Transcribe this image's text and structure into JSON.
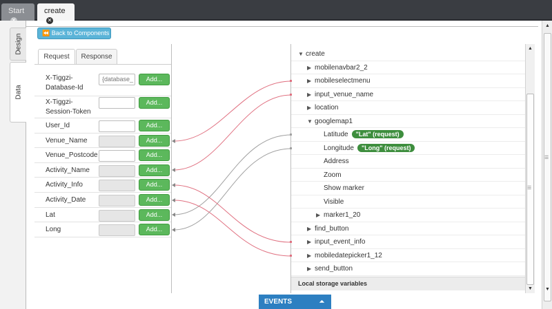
{
  "tabs": [
    {
      "label": "Start"
    },
    {
      "label": "create"
    }
  ],
  "side_tabs": {
    "design": "Design",
    "data": "Data"
  },
  "back_button": "Back to Components",
  "request_tabs": {
    "request": "Request",
    "response": "Response"
  },
  "params": [
    {
      "name": "X-Tiggzi-\nDatabase-Id",
      "value": "{database_",
      "add": "Add..."
    },
    {
      "name": "X-Tiggzi-\nSession-Token",
      "value": "",
      "add": "Add..."
    },
    {
      "name": "User_Id",
      "value": "",
      "add": "Add..."
    },
    {
      "name": "Venue_Name",
      "value": "",
      "add": "Add..."
    },
    {
      "name": "Venue_Postcode",
      "value": "",
      "add": "Add..."
    },
    {
      "name": "Activity_Name",
      "value": "",
      "add": "Add..."
    },
    {
      "name": "Activity_Info",
      "value": "",
      "add": "Add..."
    },
    {
      "name": "Activity_Date",
      "value": "",
      "add": "Add..."
    },
    {
      "name": "Lat",
      "value": "",
      "add": "Add..."
    },
    {
      "name": "Long",
      "value": "",
      "add": "Add..."
    }
  ],
  "tree": {
    "root": "create",
    "items": [
      {
        "label": "mobilenavbar2_2"
      },
      {
        "label": "mobileselectmenu"
      },
      {
        "label": "input_venue_name"
      },
      {
        "label": "location"
      },
      {
        "label": "googlemap1"
      },
      {
        "label": "Latitude",
        "badge": "\"Lat\" (request)"
      },
      {
        "label": "Longitude",
        "badge": "\"Long\" (request)"
      },
      {
        "label": "Address"
      },
      {
        "label": "Zoom"
      },
      {
        "label": "Show marker"
      },
      {
        "label": "Visible"
      },
      {
        "label": "marker1_20"
      },
      {
        "label": "find_button"
      },
      {
        "label": "input_event_info"
      },
      {
        "label": "mobiledatepicker1_12"
      },
      {
        "label": "send_button"
      }
    ],
    "footer": "Local storage variables"
  },
  "events_bar": "EVENTS",
  "colors": {
    "link_red": "#e07080",
    "link_gray": "#a0a0a0",
    "add_green": "#5cb85c",
    "badge_green": "#3e8e3e",
    "back_blue": "#5bb4d8",
    "events_blue": "#2d7fc1"
  }
}
